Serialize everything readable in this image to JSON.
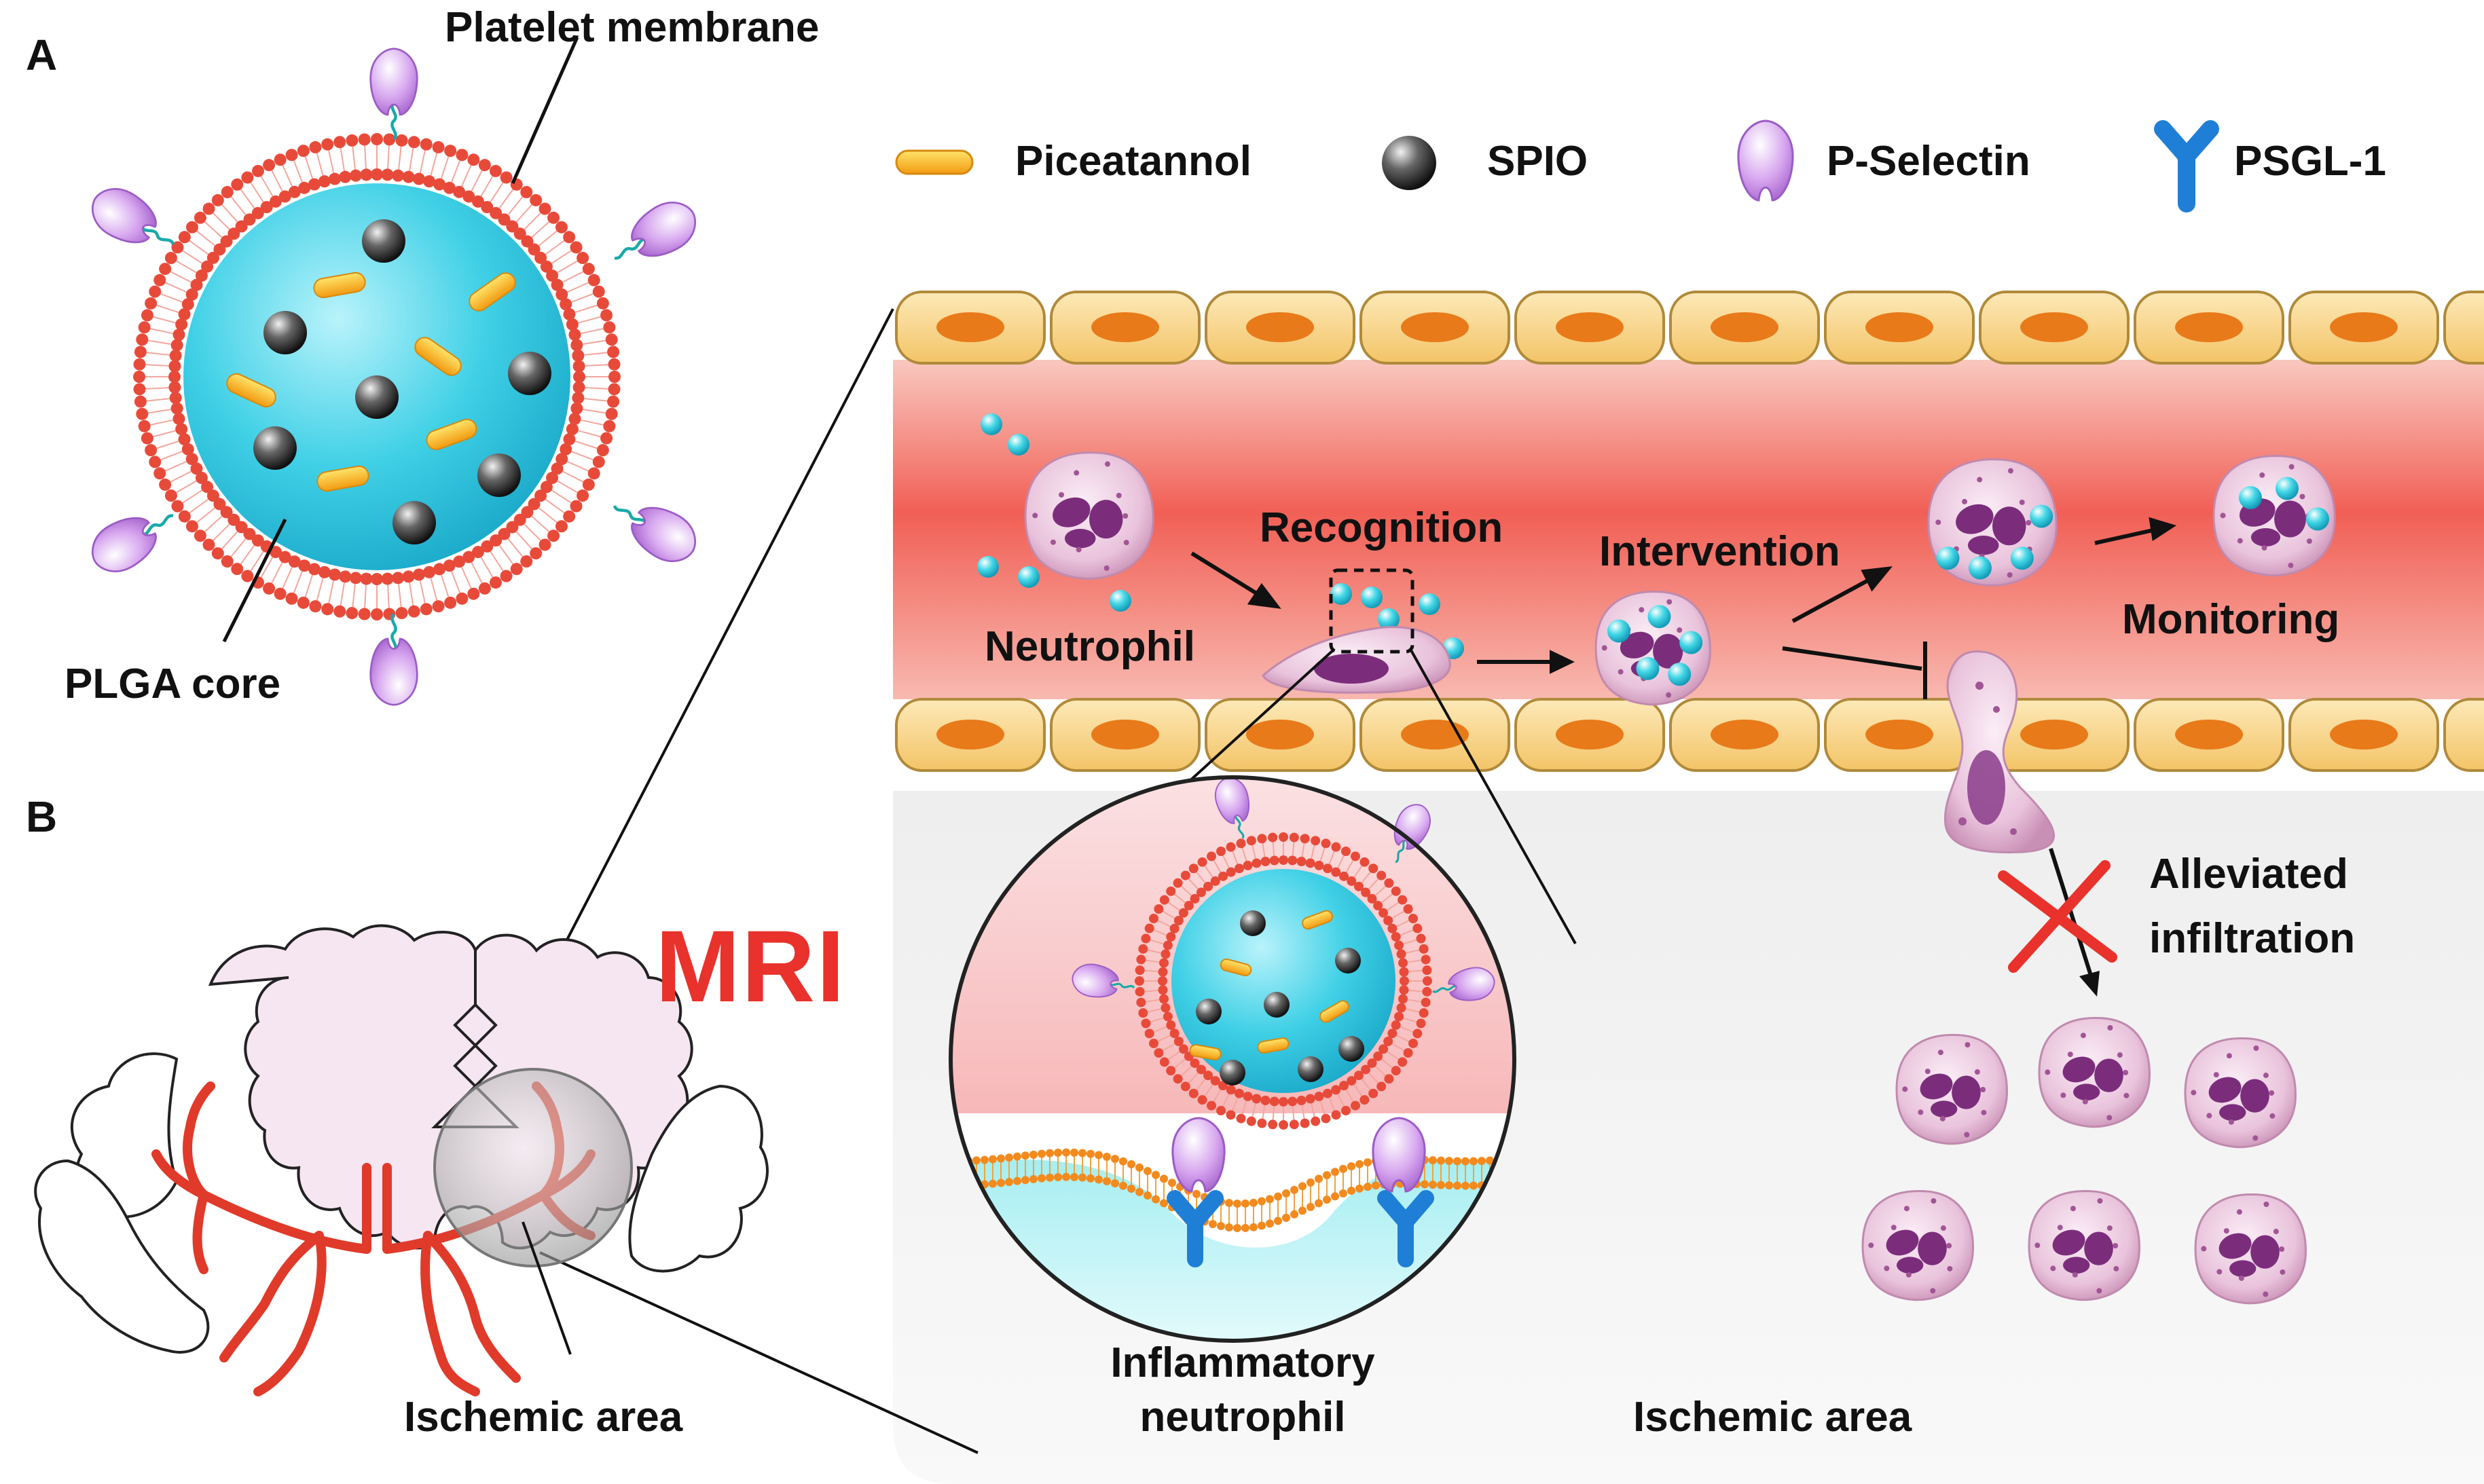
{
  "panels": {
    "a": "A",
    "b": "B"
  },
  "panel_a": {
    "platelet_membrane": "Platelet membrane",
    "plga_core": "PLGA core"
  },
  "legend": [
    {
      "name": "Piceatannol",
      "icon": "piceatannol-icon",
      "color": "#f5b020"
    },
    {
      "name": "SPIO",
      "icon": "spio-sphere-icon",
      "color": "#333333"
    },
    {
      "name": "P-Selectin",
      "icon": "p-selectin-icon",
      "color": "#c98ee8"
    },
    {
      "name": "PSGL-1",
      "icon": "psgl1-receptor-icon",
      "color": "#1f7fd6"
    }
  ],
  "vessel": {
    "recognition": "Recognition",
    "intervention": "Intervention",
    "neutrophil": "Neutrophil",
    "monitoring": "Monitoring",
    "alleviated": "Alleviated",
    "infiltration": "infiltration",
    "ischemic_area": "Ischemic area"
  },
  "inset": {
    "inflammatory": "Inflammatory",
    "neutrophil": "neutrophil"
  },
  "brain": {
    "mri": "MRI",
    "ischemic_area": "Ischemic area"
  },
  "colors": {
    "vessel_red": "#f06a5f",
    "cell_wall": "#f7d48a",
    "nucleus": "#e87a1a",
    "core_cyan": "#29c6e0",
    "membrane_red": "#e84a3a",
    "neutrophil_body": "#e9c3dc",
    "neutrophil_nucleus": "#7b2d7c",
    "artery": "#e03a2a",
    "brain_fill": "#f6e6f1"
  }
}
